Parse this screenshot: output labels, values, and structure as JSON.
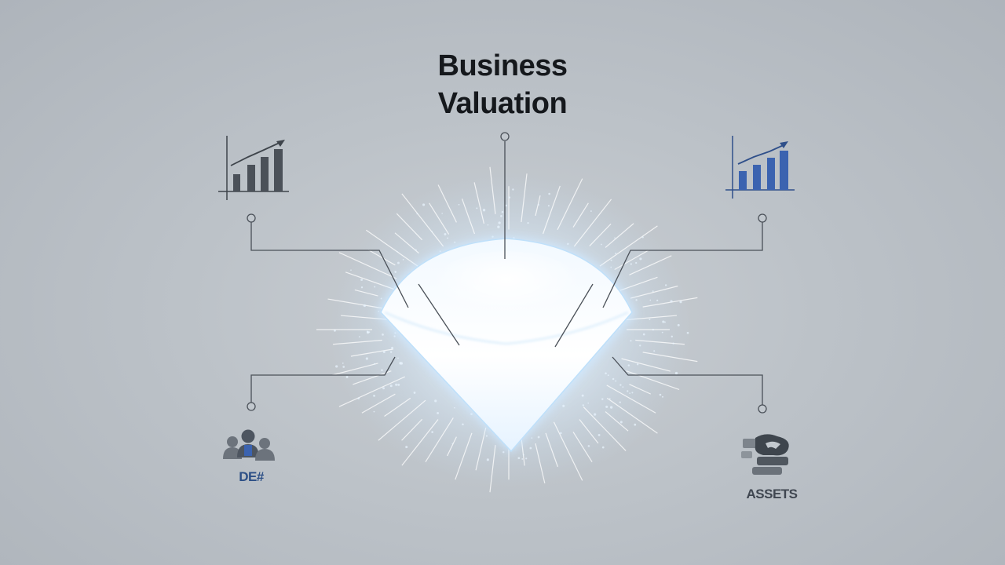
{
  "title": {
    "line1": "Business",
    "line2": "Valuation"
  },
  "nodes": {
    "top_left": {
      "icon": "bar-chart-growth-icon"
    },
    "top_right": {
      "icon": "bar-chart-growth-blue-icon"
    },
    "bottom_left": {
      "icon": "people-group-icon",
      "label": "DE#"
    },
    "bottom_right": {
      "icon": "asset-stack-icon",
      "label": "ASSETS"
    }
  },
  "colors": {
    "background": "#bcc2c8",
    "title": "#15181c",
    "connector": "#4a5058",
    "chart_dark": "#4b5159",
    "chart_blue": "#3b63b0",
    "glow": "#eef7ff",
    "glow_edge": "#a9d2f2"
  }
}
